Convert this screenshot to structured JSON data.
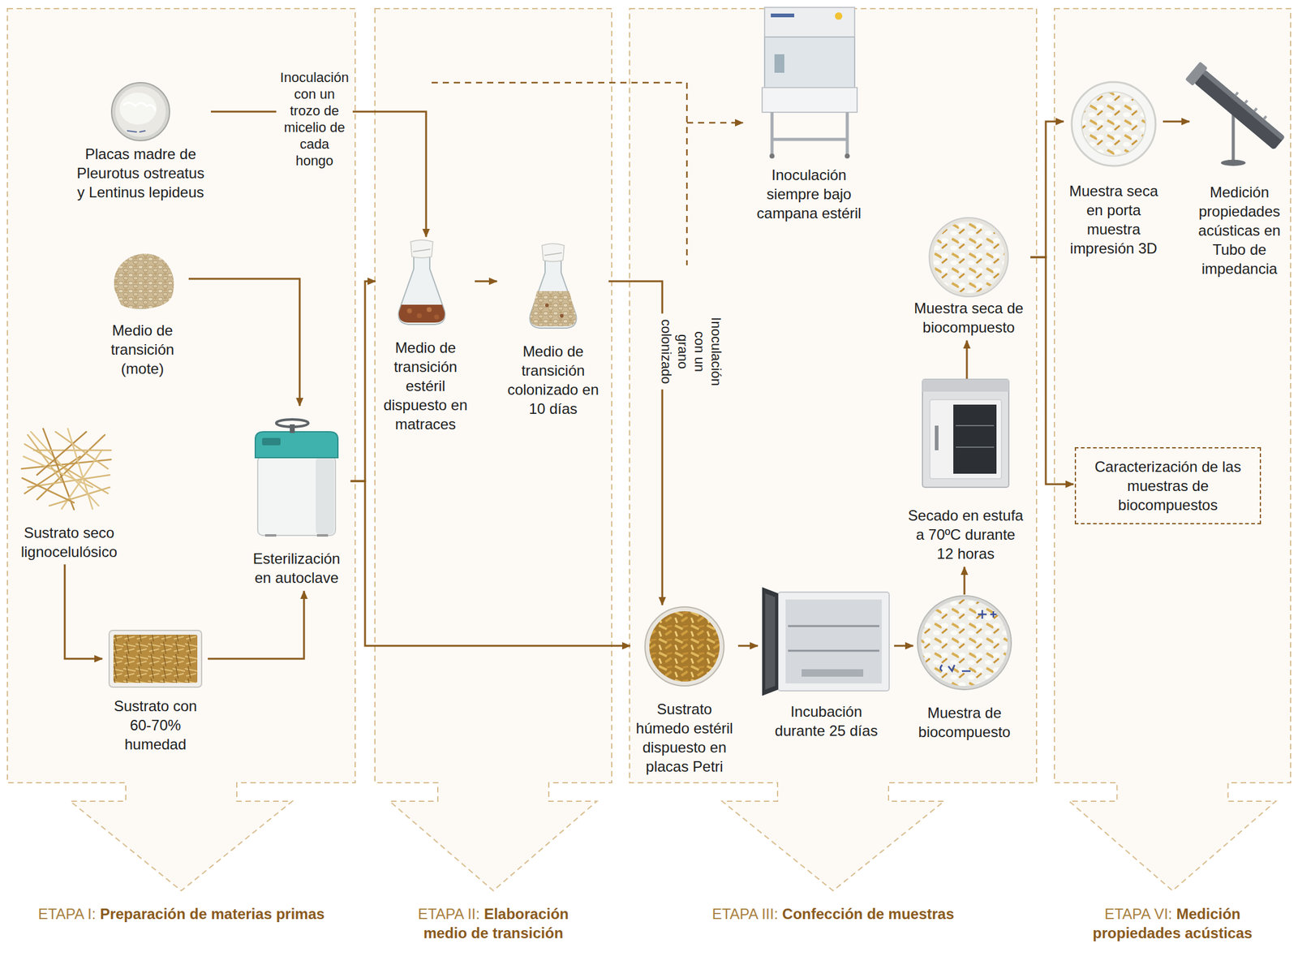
{
  "diagram": {
    "nodes": [
      {
        "text": [
          "ETAPA I:",
          "Preparación de materias primas"
        ]
      },
      {
        "text": [
          "Placas madre de Pleurotus ostreatus y Lentinus lepideus"
        ],
        "in": 0
      },
      {
        "text": [
          "Medio de transición (mote)"
        ],
        "in": 0
      },
      {
        "text": [
          "Sustrato seco lignocelulósico"
        ],
        "in": 0
      },
      {
        "text": [
          "Sustrato con 60-70% humedad"
        ],
        "in": 0
      },
      {
        "text": [
          "Esterilización en autoclave"
        ],
        "in": 0
      },
      {
        "text": [
          "ETAPA II:",
          "Elaboración medio de transición"
        ]
      },
      {
        "text": [
          "Medio de transición estéril dispuesto en matraces"
        ],
        "in": 6
      },
      {
        "text": [
          "Medio de transición colonizado en 10 días"
        ],
        "in": 6
      },
      {
        "text": [
          "ETAPA III:",
          "Confección de muestras"
        ]
      },
      {
        "text": [
          "Inoculación siempre bajo campana estéril"
        ],
        "in": 9
      },
      {
        "text": [
          "Sustrato húmedo estéril dispuesto en placas Petri"
        ],
        "in": 9
      },
      {
        "text": [
          "Incubación durante 25 días"
        ],
        "in": 9
      },
      {
        "text": [
          "Muestra de biocompuesto"
        ],
        "in": 9
      },
      {
        "text": [
          "Secado en estufa a 70ºC durante 12 horas"
        ],
        "in": 9
      },
      {
        "text": [
          "Muestra seca de biocompuesto"
        ],
        "in": 9
      },
      {
        "text": [
          "ETAPA VI:",
          "Medición propiedades acústicas"
        ]
      },
      {
        "text": [
          "Muestra seca en porta muestra impresión 3D"
        ],
        "in": 16
      },
      {
        "text": [
          "Medición propiedades acústicas en Tubo de impedancia"
        ],
        "in": 16
      },
      {
        "text": [
          "Caracterización de las muestras de biocompuestos"
        ],
        "in": 16
      }
    ],
    "edges": [
      {
        "from": 1,
        "to": 7,
        "arrow": "to",
        "label": "Inoculación con un trozo de micelio de cada hongo"
      },
      {
        "from": 2,
        "to": 5,
        "arrow": "to"
      },
      {
        "from": 3,
        "to": 4,
        "arrow": "to"
      },
      {
        "from": 4,
        "to": 5,
        "arrow": "to"
      },
      {
        "from": 5,
        "to": 7,
        "arrow": "to"
      },
      {
        "from": 5,
        "to": 11,
        "arrow": "to"
      },
      {
        "from": 7,
        "to": 8,
        "arrow": "to"
      },
      {
        "from": 8,
        "to": 11,
        "arrow": "to",
        "label": "Inoculación con un grano colonizado"
      },
      {
        "from": 11,
        "to": 12,
        "arrow": "to"
      },
      {
        "from": 12,
        "to": 13,
        "arrow": "to"
      },
      {
        "from": 13,
        "to": 14,
        "arrow": "to"
      },
      {
        "from": 14,
        "to": 15,
        "arrow": "to"
      },
      {
        "from": 15,
        "to": 17,
        "arrow": "to"
      },
      {
        "from": 15,
        "to": 19,
        "arrow": "to"
      },
      {
        "from": 17,
        "to": 18,
        "arrow": "to"
      }
    ]
  }
}
